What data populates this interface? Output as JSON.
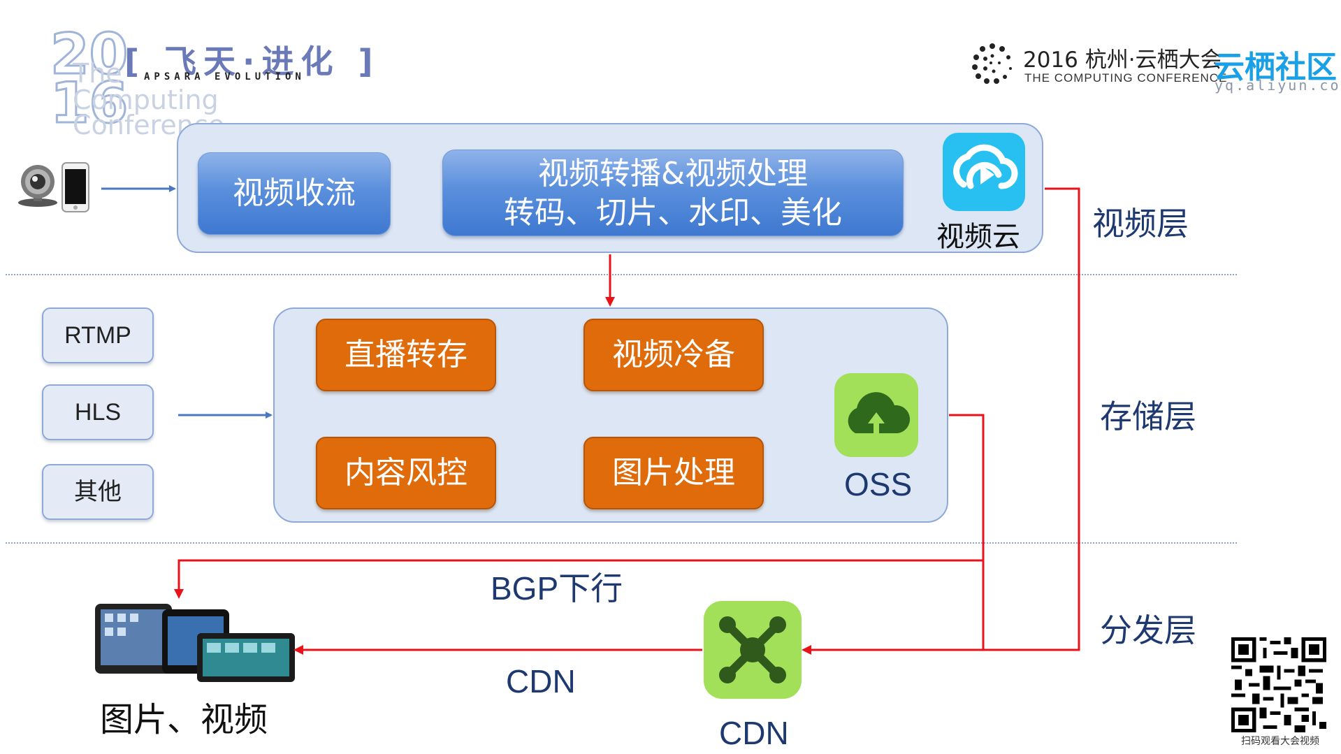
{
  "header": {
    "year_top": "20",
    "year_bottom": "16",
    "logo_words": [
      "The",
      "Computing",
      "Conference"
    ],
    "apsara_title": "[ 飞天·进化 ]",
    "apsara_sub": "APSARA EVOLUTION",
    "conference_title": "2016 杭州·云栖大会",
    "conference_sub": "THE COMPUTING CONFERENCE",
    "community_title": "云栖社区",
    "community_url": "yq.aliyun.com"
  },
  "video_layer": {
    "ingest_label": "视频收流",
    "process_title": "视频转播&视频处理",
    "process_sub": "转码、切片、水印、美化",
    "cloud_label": "视频云",
    "layer_label": "视频层"
  },
  "protocols": [
    "RTMP",
    "HLS",
    "其他"
  ],
  "storage_layer": {
    "boxes": [
      "直播转存",
      "视频冷备",
      "内容风控",
      "图片处理"
    ],
    "oss_label": "OSS",
    "layer_label": "存储层"
  },
  "distribution_layer": {
    "bgp_label": "BGP下行",
    "cdn_arrow_label": "CDN",
    "cdn_icon_label": "CDN",
    "output_label": "图片、视频",
    "layer_label": "分发层"
  },
  "qr": {
    "caption": "扫码观看大会视频"
  },
  "colors": {
    "arrow_red": "#e8121a",
    "arrow_blue": "#4a78c0",
    "orange": "#e06b0b",
    "panel_fill": "#dce6f5",
    "icon_cyan": "#27c0f0",
    "icon_green": "#a3e05a"
  },
  "icons": [
    "webcam-icon",
    "phone-icon",
    "video-cloud-icon",
    "oss-icon",
    "cdn-icon",
    "tablets-icon",
    "qr-code-icon",
    "conference-logo-icon"
  ]
}
